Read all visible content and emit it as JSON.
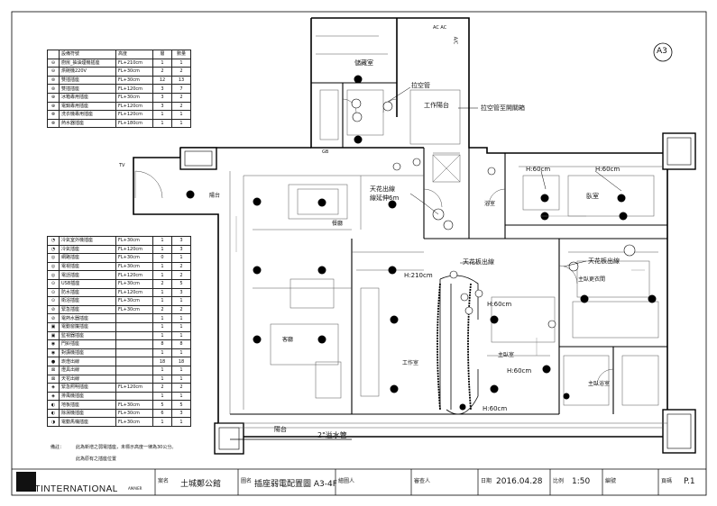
{
  "title_block": {
    "logo": "ATINTERNATIONAL",
    "logo_sub": "AMAIER",
    "case_label": "案名",
    "case_name": "土城鄭公館",
    "drawing_label": "圖名",
    "drawing_name": "插座弱電配置圖  A3-4F",
    "drafter_label": "繪圖人",
    "checker_label": "審查人",
    "date_label": "日期",
    "date": "2016.04.28",
    "scale_label": "比例",
    "scale": "1:50",
    "number_label": "編號",
    "sheet_label": "頁碼",
    "sheet": "P.1"
  },
  "plan": {
    "tag": "A3",
    "rooms": {
      "storage": "儲藏室",
      "office": "工作陽台",
      "living": "客廳",
      "dining": "餐廳",
      "study": "工作室",
      "bath": "浴室",
      "bedroom": "臥室",
      "master_bath_top": "主臥更衣間",
      "master_bed": "主臥室",
      "master_bath": "主臥浴室",
      "balcony": "陽台",
      "balcony2": "陽台"
    },
    "annotations": {
      "pull_pipe": "拉空管",
      "pull_pipe_box": "拉空管至開關箱",
      "ceiling_line": "天花出線\n線延伸6m",
      "ceiling_out1": "天花板出線",
      "ceiling_out2": "天花板出線",
      "h60_1": "H:60cm",
      "h60_2": "H:60cm",
      "h210": "H:210cm",
      "h60_3": "H:60cm",
      "h60_4": "H:60cm",
      "h60_5": "H:60cm",
      "drain": "2\"溢水管",
      "ac": "A/C",
      "acac": "AC AC",
      "tv": "TV",
      "gb": "GB"
    }
  },
  "legend_top": {
    "headers": [
      "設備符號",
      "高度",
      "層",
      "數量"
    ],
    "rows": [
      {
        "name": "廚房_抽油煙機插座",
        "height": "FL+210cm",
        "a": "1",
        "b": "1"
      },
      {
        "name": "烘碗機220V",
        "height": "FL+30cm",
        "a": "2",
        "b": "2"
      },
      {
        "name": "雙插插座",
        "height": "FL+30cm",
        "a": "12",
        "b": "13"
      },
      {
        "name": "雙插插座",
        "height": "FL+120cm",
        "a": "3",
        "b": "7"
      },
      {
        "name": "冰箱專用插座",
        "height": "FL+30cm",
        "a": "3",
        "b": "2"
      },
      {
        "name": "電鍋專用插座",
        "height": "FL+120cm",
        "a": "3",
        "b": "2"
      },
      {
        "name": "洗衣機專用插座",
        "height": "FL+120cm",
        "a": "1",
        "b": "1"
      },
      {
        "name": "熱水器插座",
        "height": "FL+180cm",
        "a": "1",
        "b": "1"
      }
    ]
  },
  "legend_bottom": {
    "rows": [
      {
        "name": "冷氣室外機插座",
        "height": "FL+30cm",
        "a": "1",
        "b": "3"
      },
      {
        "name": "冷氣插座",
        "height": "FL+120cm",
        "a": "1",
        "b": "3"
      },
      {
        "name": "網路插座",
        "height": "FL+30cm",
        "a": "0",
        "b": "1"
      },
      {
        "name": "電視插座",
        "height": "FL+30cm",
        "a": "1",
        "b": "2"
      },
      {
        "name": "電話插座",
        "height": "FL+120cm",
        "a": "1",
        "b": "2"
      },
      {
        "name": "USB插座",
        "height": "FL+30cm",
        "a": "2",
        "b": "5"
      },
      {
        "name": "防水插座",
        "height": "FL+120cm",
        "a": "1",
        "b": "3"
      },
      {
        "name": "衛浴插座",
        "height": "FL+30cm",
        "a": "1",
        "b": "1"
      },
      {
        "name": "緊急插座",
        "height": "FL+30cm",
        "a": "2",
        "b": "2"
      },
      {
        "name": "電熱水器插座",
        "height": "",
        "a": "1",
        "b": "1"
      },
      {
        "name": "電動窗簾插座",
        "height": "",
        "a": "1",
        "b": "1"
      },
      {
        "name": "監視器插座",
        "height": "",
        "a": "1",
        "b": "1"
      },
      {
        "name": "門鈴插座",
        "height": "",
        "a": "8",
        "b": "8"
      },
      {
        "name": "對講機插座",
        "height": "",
        "a": "1",
        "b": "1"
      },
      {
        "name": "崁燈出線",
        "height": "",
        "a": "18",
        "b": "18"
      },
      {
        "name": "燈具出線",
        "height": "",
        "a": "1",
        "b": "1"
      },
      {
        "name": "天花出線",
        "height": "",
        "a": "1",
        "b": "1"
      },
      {
        "name": "緊急照明插座",
        "height": "FL+120cm",
        "a": "2",
        "b": "2"
      },
      {
        "name": "排風機插座",
        "height": "",
        "a": "1",
        "b": "1"
      },
      {
        "name": "地板插座",
        "height": "FL+30cm",
        "a": "5",
        "b": "5"
      },
      {
        "name": "除濕機插座",
        "height": "FL+30cm",
        "a": "6",
        "b": "3"
      },
      {
        "name": "電動馬桶插座",
        "height": "FL+30cm",
        "a": "1",
        "b": "1"
      }
    ]
  },
  "notes": {
    "n1": "備註：",
    "n1_text": "此為新增之弱電插座，未標示高度一律為30公分。",
    "n2_text": "此為原有之插座位置"
  }
}
